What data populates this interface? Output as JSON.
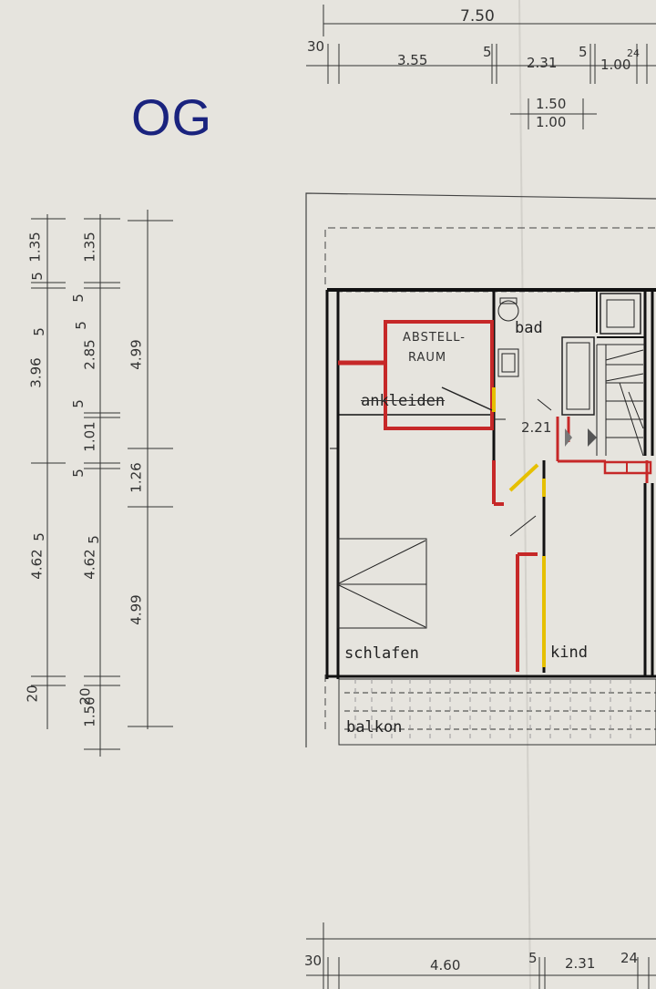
{
  "plan": {
    "floor_label": "OG",
    "rooms": {
      "bad": "bad",
      "ankleiden": "ankleiden",
      "schlafen": "schlafen",
      "kind": "kind",
      "balkon": "balkon",
      "abstellraum_line1": "ABSTELL-",
      "abstellraum_line2": "RAUM"
    },
    "top_dims": {
      "total": "7.50",
      "d30": "30",
      "d355": "3.55",
      "d5a": "5",
      "d231": "2.31",
      "d5b": "5",
      "d100": "1.00",
      "d24": "24",
      "d150": "1.50",
      "d100b": "1.00"
    },
    "stair_dim": "2.21",
    "bottom_dims": {
      "d30": "30",
      "d460": "4.60",
      "d5": "5",
      "d231": "2.31",
      "d24": "24"
    },
    "left_dims": {
      "c1": {
        "d135": "1.35",
        "d5": "5",
        "d3965": "3.96",
        "sup1": "5",
        "d4625": "4.62",
        "sup2": "5",
        "d20": "20"
      },
      "c2": {
        "d135": "1.35",
        "d5a": "5",
        "d2855": "2.85",
        "sup1": "5",
        "d5b": "5",
        "d101": "1.01",
        "d5c": "5",
        "d4625": "4.62",
        "sup2": "5",
        "d20": "20",
        "d150": "1.50"
      },
      "c3": {
        "d499a": "4.99",
        "d126": "1.26",
        "d499b": "4.99"
      }
    }
  }
}
